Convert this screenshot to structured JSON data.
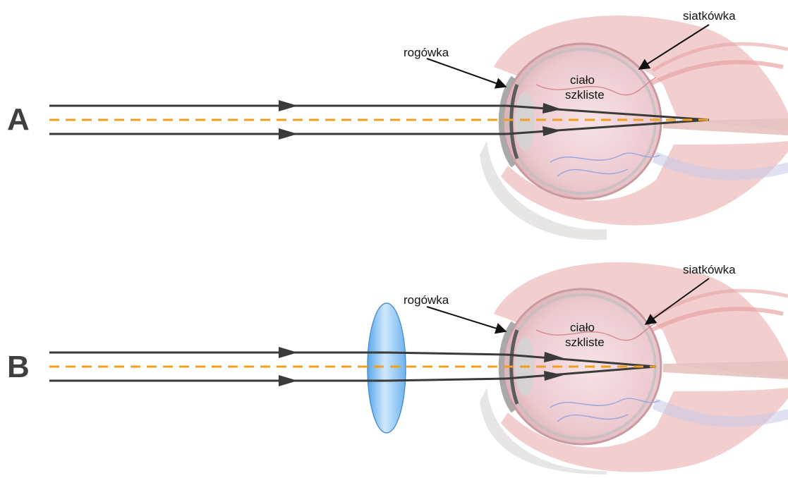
{
  "panels": [
    {
      "letter": "A",
      "labels": {
        "cornea": "rogówka",
        "retina": "siatkówka",
        "vitreous_line1": "ciało",
        "vitreous_line2": "szkliste"
      },
      "has_corrective_lens": false,
      "focus": "behind-retina"
    },
    {
      "letter": "B",
      "labels": {
        "cornea": "rogówka",
        "retina": "siatkówka",
        "vitreous_line1": "ciało",
        "vitreous_line2": "szkliste"
      },
      "has_corrective_lens": true,
      "focus": "on-retina"
    }
  ],
  "colors": {
    "ray": "#3a3a3a",
    "optical_axis": "#f0a020",
    "lens_fill": "#8ec5f2",
    "eyeball": "#e9c9cf",
    "muscle": "#e8a5a5",
    "letter": "#3f3f3f"
  }
}
